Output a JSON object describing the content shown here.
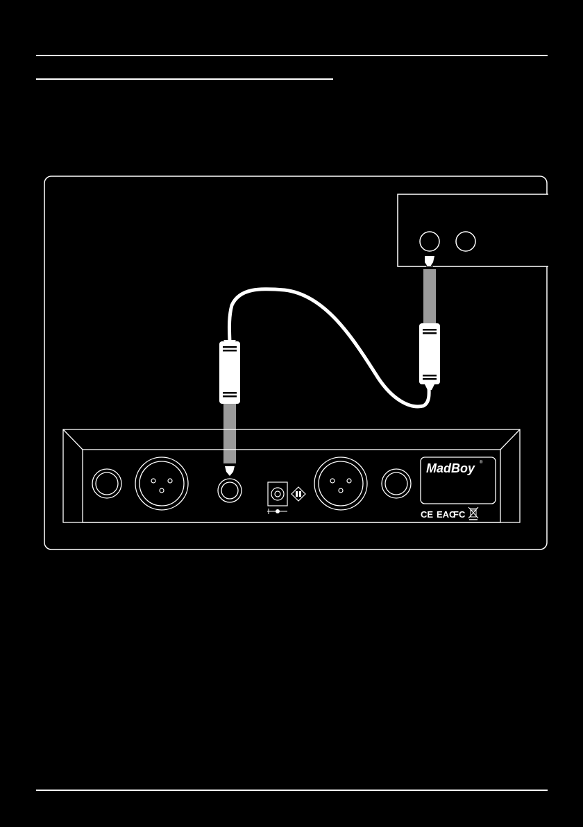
{
  "brand": {
    "logo_text": "MadBoy",
    "trademark": "®"
  },
  "certifications": [
    "CE",
    "EAC",
    "FC",
    "WEEE"
  ],
  "colors": {
    "background": "#000000",
    "line": "#ffffff",
    "plug_sleeve": "#9a9a9a"
  },
  "icons": [
    "xlr-connector-icon",
    "jack-socket-icon",
    "dc-power-jack-icon",
    "polarity-icon",
    "crossed-bin-icon"
  ]
}
